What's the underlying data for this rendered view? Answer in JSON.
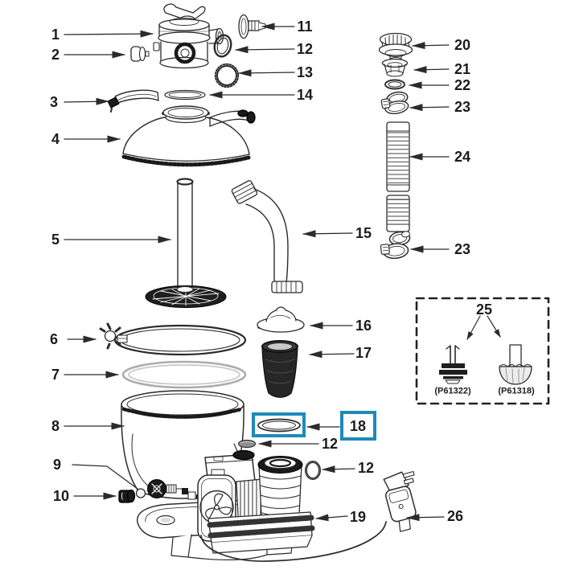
{
  "diagram": {
    "type": "exploded-parts-diagram",
    "subject": "sand filter pump parts diagram",
    "colors": {
      "paper": "#ffffff",
      "ink": "#2b2b2b",
      "highlight": "#1d8ab9"
    },
    "highlighted_part": "18",
    "labels": [
      {
        "id": "1",
        "text": "1"
      },
      {
        "id": "2",
        "text": "2"
      },
      {
        "id": "3",
        "text": "3"
      },
      {
        "id": "4",
        "text": "4"
      },
      {
        "id": "5",
        "text": "5"
      },
      {
        "id": "6",
        "text": "6"
      },
      {
        "id": "7",
        "text": "7"
      },
      {
        "id": "8",
        "text": "8"
      },
      {
        "id": "9",
        "text": "9"
      },
      {
        "id": "10",
        "text": "10"
      },
      {
        "id": "11",
        "text": "11"
      },
      {
        "id": "12a",
        "text": "12"
      },
      {
        "id": "13",
        "text": "13"
      },
      {
        "id": "14",
        "text": "14"
      },
      {
        "id": "15",
        "text": "15"
      },
      {
        "id": "16",
        "text": "16"
      },
      {
        "id": "17",
        "text": "17"
      },
      {
        "id": "18",
        "text": "18"
      },
      {
        "id": "12b",
        "text": "12"
      },
      {
        "id": "12c",
        "text": "12"
      },
      {
        "id": "19",
        "text": "19"
      },
      {
        "id": "26",
        "text": "26"
      },
      {
        "id": "20",
        "text": "20"
      },
      {
        "id": "21",
        "text": "21"
      },
      {
        "id": "22",
        "text": "22"
      },
      {
        "id": "23a",
        "text": "23"
      },
      {
        "id": "24",
        "text": "24"
      },
      {
        "id": "23b",
        "text": "23"
      },
      {
        "id": "25",
        "text": "25"
      },
      {
        "id": "p61322",
        "text": "(P61322)"
      },
      {
        "id": "p61318",
        "text": "(P61318)"
      }
    ]
  }
}
